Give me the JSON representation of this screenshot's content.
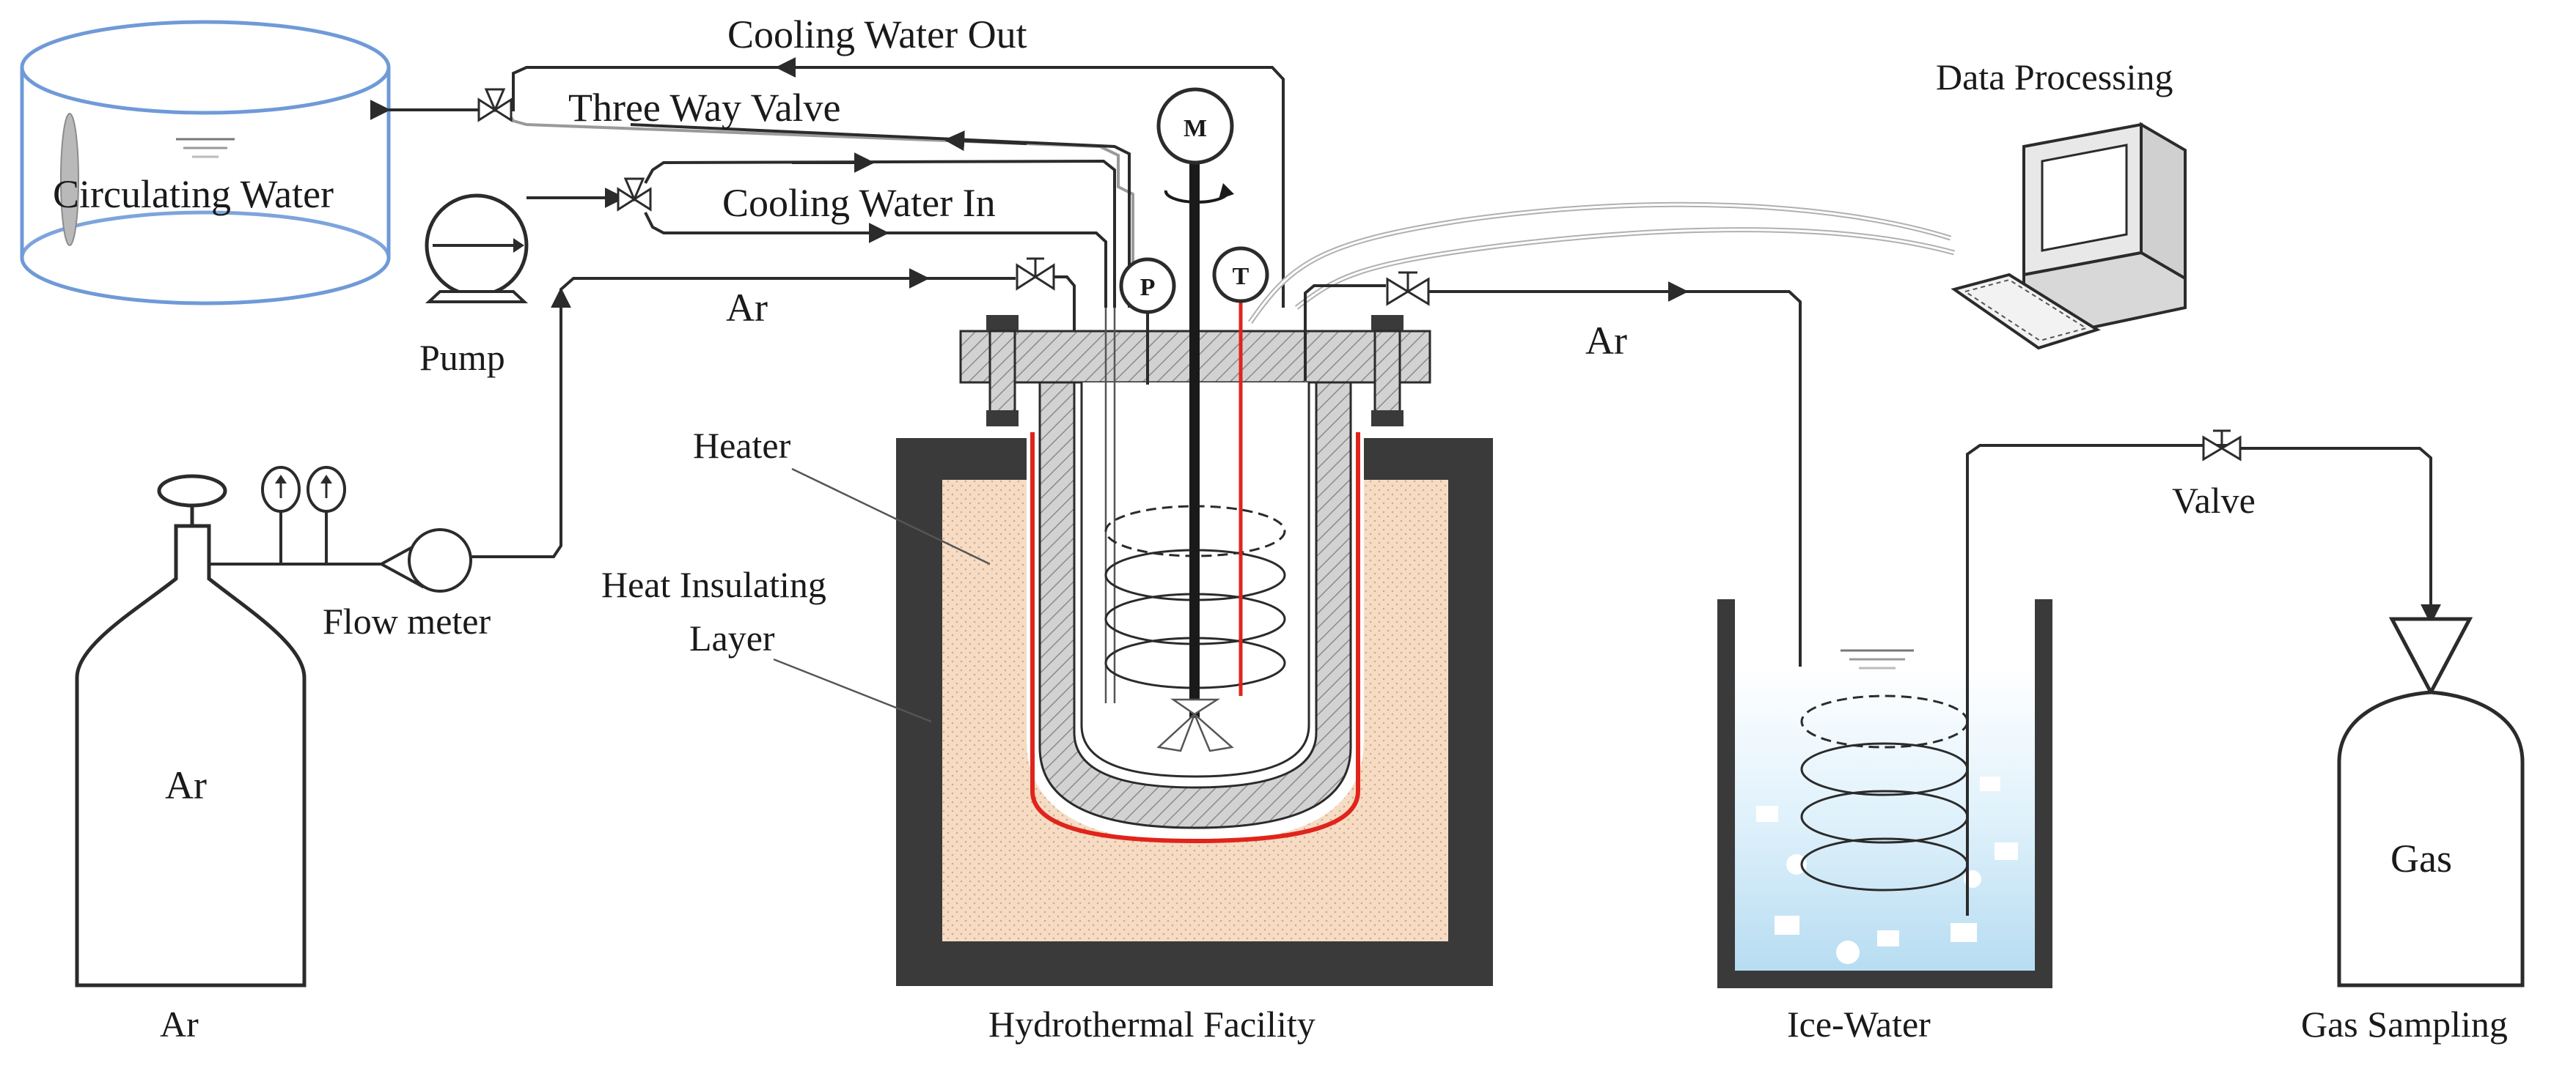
{
  "labels": {
    "cooling_water_out": "Cooling Water  Out",
    "three_way_valve": "Three Way Valve",
    "cooling_water_in": "Cooling Water  In",
    "circulating_water": "Circulating Water",
    "pump": "Pump",
    "ar_line_top": "Ar",
    "ar_line_right": "Ar",
    "flow_meter": "Flow meter",
    "heater": "Heater",
    "heat_insulating_1": "Heat Insulating",
    "heat_insulating_2": "Layer",
    "data_processing": "Data Processing",
    "valve": "Valve",
    "gas_cylinder": "Gas",
    "ar_cylinder": "Ar",
    "ar_caption": "Ar",
    "hydrothermal_caption": "Hydrothermal Facility",
    "ice_water_caption": "Ice-Water",
    "gas_sampling_caption": "Gas Sampling",
    "motor_symbol": "M",
    "pressure_symbol": "P",
    "temperature_symbol": "T"
  },
  "colors": {
    "line": "#2b2b2b",
    "tank_outline": "#6f9ad8",
    "heater_wire": "#e0241c",
    "insulation_fill": "#f6dcc4",
    "furnace_body": "#3a3a3a",
    "ice_water": "#cfe8f6"
  },
  "icons": [
    "valve-icon",
    "pump-icon",
    "flow-meter-icon",
    "gauge-icon",
    "motor-icon",
    "pressure-gauge-icon",
    "thermocouple-icon",
    "computer-icon",
    "funnel-icon"
  ]
}
